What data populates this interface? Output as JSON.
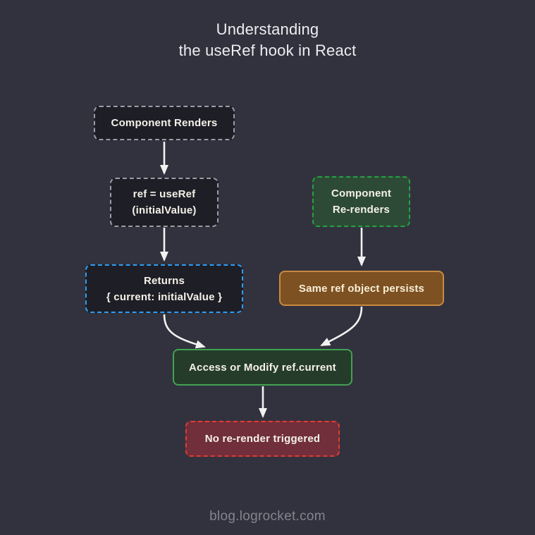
{
  "title": {
    "text": "Understanding\nthe useRef hook in React"
  },
  "footer": {
    "watermark": "blog.logrocket.com"
  },
  "colors": {
    "background": "#32323e",
    "arrow": "#f2f2f2",
    "title-text": "#edeef2",
    "footer-text": "#84848f"
  },
  "diagram": {
    "nodes": [
      {
        "id": "component-renders",
        "label": "Component Renders",
        "fill": "#1e1e26",
        "border": "#9b9ba4",
        "border_style": "dashed",
        "text_color": "#f5f1e8"
      },
      {
        "id": "useref-call",
        "label": "ref = useRef\n(initialValue)",
        "fill": "#1e1e26",
        "border": "#9b9ba4",
        "border_style": "dashed",
        "text_color": "#f5f1e8"
      },
      {
        "id": "returns-object",
        "label": "Returns\n{ current: initialValue }",
        "fill": "#1e1e26",
        "border": "#2e9df4",
        "border_style": "dashed",
        "text_color": "#f5f1e8"
      },
      {
        "id": "component-rerenders",
        "label": "Component\nRe-renders",
        "fill": "#2d4a36",
        "border": "#25a244",
        "border_style": "dashed",
        "text_color": "#f5f1e8"
      },
      {
        "id": "same-ref-persists",
        "label": "Same ref object persists",
        "fill": "#7d5122",
        "border": "#c98a41",
        "border_style": "solid",
        "text_color": "#f8eed6"
      },
      {
        "id": "access-modify",
        "label": "Access or Modify ref.current",
        "fill": "#253c2b",
        "border": "#41a251",
        "border_style": "solid",
        "text_color": "#f5f1e8"
      },
      {
        "id": "no-rerender",
        "label": "No re-render triggered",
        "fill": "#702f3a",
        "border": "#e23b36",
        "border_style": "dashed",
        "text_color": "#f5f1e8"
      }
    ],
    "edges": [
      {
        "from": "component-renders",
        "to": "useref-call"
      },
      {
        "from": "useref-call",
        "to": "returns-object"
      },
      {
        "from": "returns-object",
        "to": "access-modify"
      },
      {
        "from": "component-rerenders",
        "to": "same-ref-persists"
      },
      {
        "from": "same-ref-persists",
        "to": "access-modify"
      },
      {
        "from": "access-modify",
        "to": "no-rerender"
      }
    ]
  }
}
